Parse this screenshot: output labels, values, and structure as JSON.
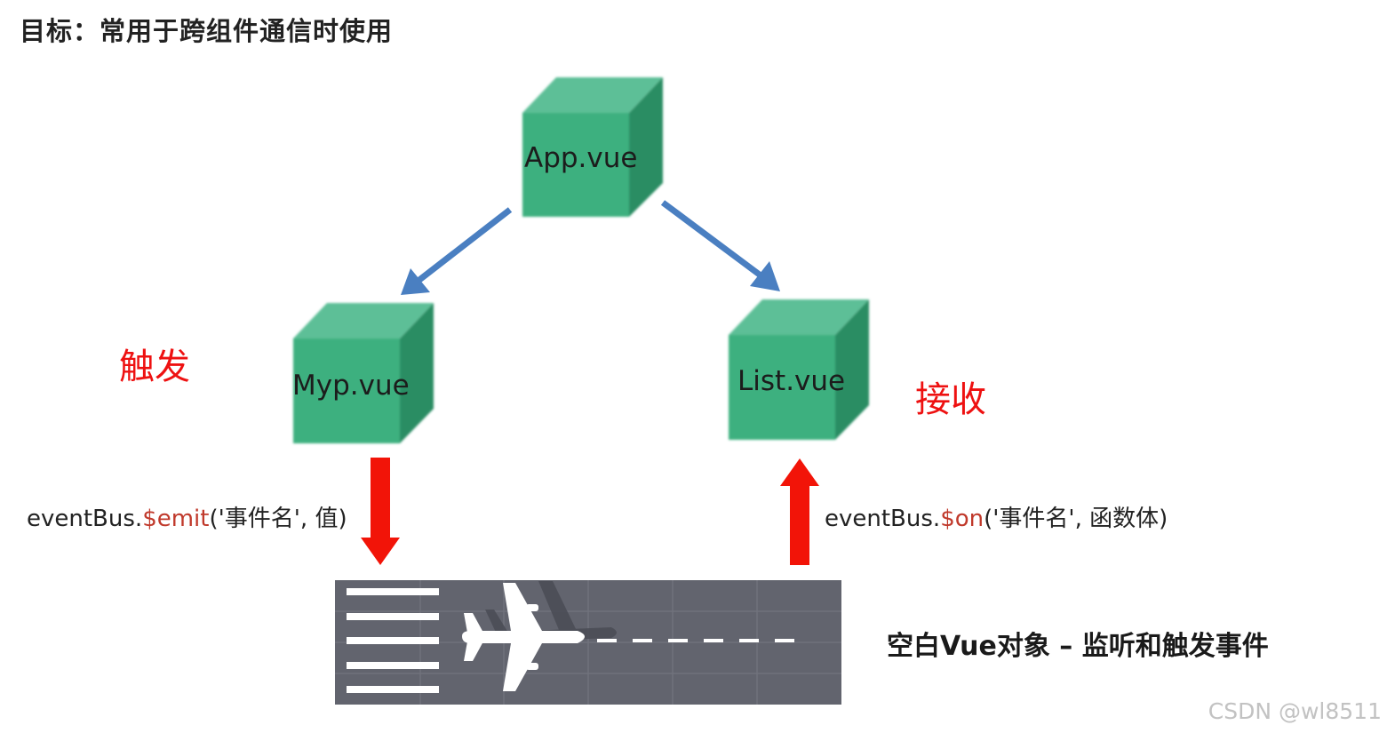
{
  "title": "目标：常用于跨组件通信时使用",
  "nodes": {
    "app": {
      "label": "App.vue"
    },
    "myp": {
      "label": "Myp.vue"
    },
    "list": {
      "label": "List.vue"
    }
  },
  "labels": {
    "trigger": "触发",
    "receive": "接收"
  },
  "emit_code": {
    "prefix": "eventBus.",
    "method": "$emit",
    "args": "('事件名', 值)"
  },
  "on_code": {
    "prefix": "eventBus.",
    "method": "$on",
    "args": "('事件名', 函数体)"
  },
  "runway_caption": "空白Vue对象 – 监听和触发事件",
  "watermark": "CSDN @wl8511",
  "colors": {
    "cube_front": "#3cb07f",
    "cube_top": "#5dbf97",
    "cube_side": "#2b8d64",
    "blue_arrow": "#4a7fc1",
    "red_arrow": "#f21408",
    "runway": "#62646e"
  }
}
